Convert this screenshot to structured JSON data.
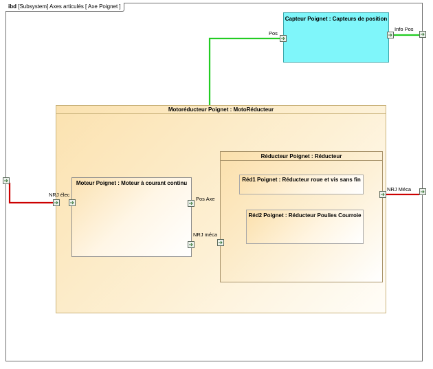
{
  "diagram": {
    "frame_kind": "ibd",
    "frame_name": "[Subsystem] Axes articulés [ Axe Poignet ]",
    "blocks": {
      "motoreducteur": "Motoréducteur Poignet : MotoRéducteur",
      "capteur": "Capteur Poignet : Capteurs de position",
      "moteur": "Moteur Poignet : Moteur à courant continu",
      "reducteur": "Réducteur Poignet : Réducteur",
      "red1": "Réd1 Poignet : Réducteur roue et vis sans fin",
      "red2": "Réd2 Poignet : Réducteur Poulies Courroie"
    },
    "port_labels": {
      "nrj_elec": "NRJ élec",
      "pos": "Pos",
      "info_pos": "Info Pos",
      "pos_axe": "Pos Axe",
      "nrj_meca_moteur": "NRJ méca",
      "nrj_meca_out": "NRJ Méca"
    },
    "connector_colors": {
      "energy": "#cc0000",
      "signal": "#22cc22"
    }
  }
}
